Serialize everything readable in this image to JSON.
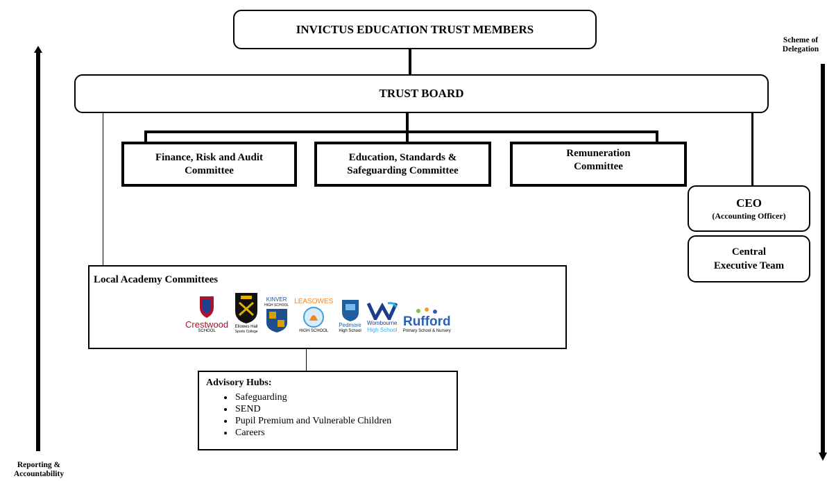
{
  "members": {
    "title": "INVICTUS EDUCATION TRUST MEMBERS"
  },
  "board": {
    "title": "TRUST BOARD"
  },
  "committees": [
    {
      "line1": "Finance, Risk and Audit",
      "line2": "Committee"
    },
    {
      "line1": "Education, Standards &",
      "line2": "Safeguarding Committee"
    },
    {
      "line1": "Remuneration",
      "line2": "Committee"
    }
  ],
  "ceo": {
    "title": "CEO",
    "subtitle": "(Accounting Officer)"
  },
  "central": {
    "line1": "Central",
    "line2": "Executive Team"
  },
  "local": {
    "title": "Local Academy Committees",
    "schools": [
      {
        "name": "Crestwood",
        "sub": "SCHOOL",
        "color": "#b0102a",
        "accent": "#1f3f8f"
      },
      {
        "name": "Ellowes Hall",
        "sub": "Sports College",
        "color": "#111111",
        "accent": "#e0b000"
      },
      {
        "name": "KINVER",
        "sub": "HIGH SCHOOL",
        "color": "#1f4e8f",
        "accent": "#d8a000"
      },
      {
        "name": "LEASOWES",
        "sub": "HIGH SCHOOL",
        "color": "#f08a1c",
        "accent": "#3aa0e0"
      },
      {
        "name": "Pedmore",
        "sub": "High School",
        "color": "#1f5fa0",
        "accent": "#7ab8e8"
      },
      {
        "name": "Wombourne",
        "sub": "High School",
        "color": "#1a3e8c",
        "accent": "#2bb0e6"
      },
      {
        "name": "Rufford",
        "sub": "Primary School & Nursery",
        "color": "#2b5fb8",
        "accent": "#7ac143"
      }
    ]
  },
  "advisory": {
    "title": "Advisory Hubs:",
    "items": [
      "Safeguarding",
      "SEND",
      "Pupil Premium and Vulnerable Children",
      "Careers"
    ]
  },
  "left_axis": {
    "line1": "Reporting &",
    "line2": "Accountability"
  },
  "right_axis": {
    "line1": "Scheme of",
    "line2": "Delegation"
  }
}
